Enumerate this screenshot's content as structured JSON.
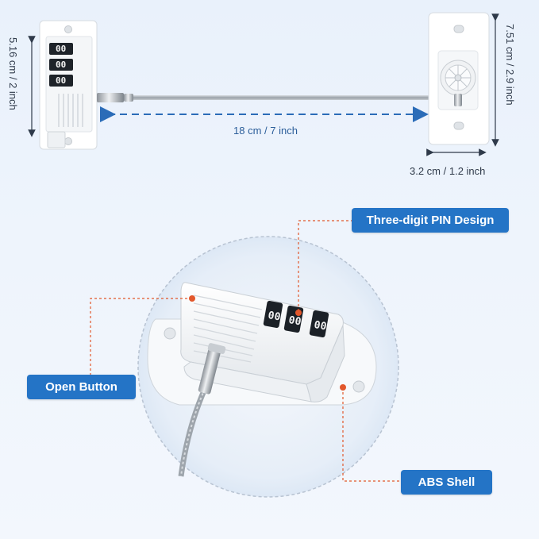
{
  "dimensions": {
    "height_left": "5.16 cm / 2 inch",
    "height_right": "7.51 cm / 2.9 inch",
    "length": "18 cm / 7 inch",
    "width_right": "3.2 cm / 1.2 inch"
  },
  "labels": {
    "pin_design": "Three-digit PIN Design",
    "open_button": "Open Button",
    "abs_shell": "ABS Shell"
  },
  "dial_digits": [
    "0",
    "0",
    "0"
  ],
  "colors": {
    "accent_blue": "#2474c6",
    "pointer_orange": "#e2572b",
    "dimension_blue": "#2b6cb8"
  }
}
